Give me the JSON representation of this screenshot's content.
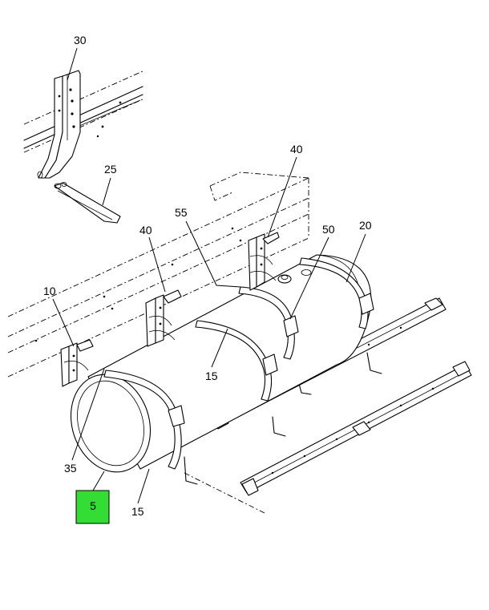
{
  "callouts": {
    "c30": "30",
    "c25": "25",
    "c40a": "40",
    "c55": "55",
    "c40b": "40",
    "c50": "50",
    "c20": "20",
    "c10": "10",
    "c15a": "15",
    "c35": "35",
    "c5": "5",
    "c15b": "15"
  },
  "highlight_color": "#33dd33"
}
